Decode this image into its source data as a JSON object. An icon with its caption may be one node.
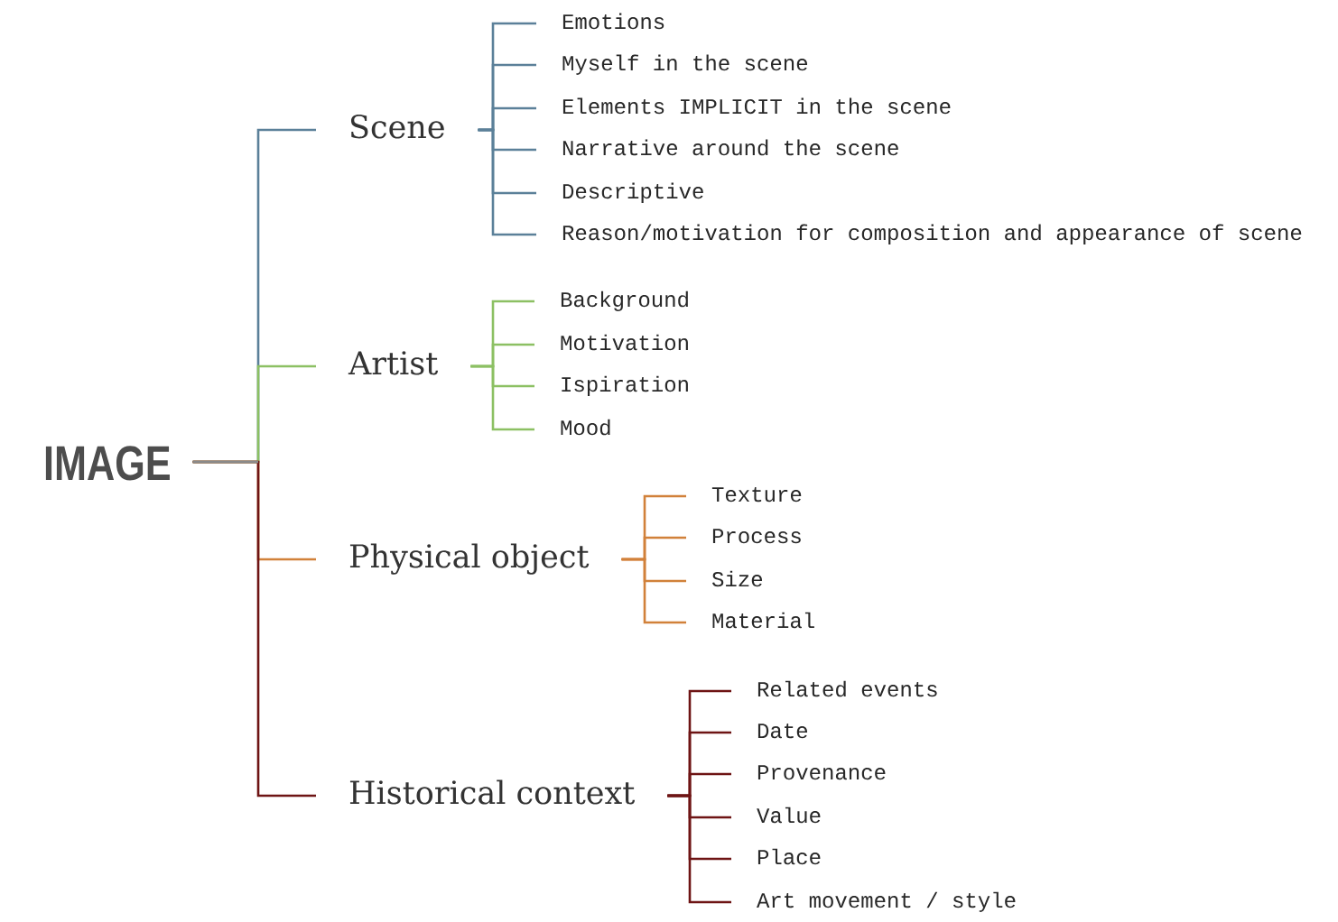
{
  "diagram": {
    "nodes": [
      {
        "text": [
          "IMAGE"
        ]
      },
      {
        "text": [
          "Scene"
        ]
      },
      {
        "text": [
          "Emotions"
        ]
      },
      {
        "text": [
          "Myself in the scene"
        ]
      },
      {
        "text": [
          "Elements IMPLICIT in the scene"
        ]
      },
      {
        "text": [
          "Narrative around the scene"
        ]
      },
      {
        "text": [
          "Descriptive"
        ]
      },
      {
        "text": [
          "Reason/motivation for composition and appearance of scene"
        ]
      },
      {
        "text": [
          "Artist"
        ]
      },
      {
        "text": [
          "Background"
        ]
      },
      {
        "text": [
          "Motivation"
        ]
      },
      {
        "text": [
          "Ispiration"
        ]
      },
      {
        "text": [
          "Mood"
        ]
      },
      {
        "text": [
          "Physical object"
        ]
      },
      {
        "text": [
          "Texture"
        ]
      },
      {
        "text": [
          "Process"
        ]
      },
      {
        "text": [
          "Size"
        ]
      },
      {
        "text": [
          "Material"
        ]
      },
      {
        "text": [
          "Historical context"
        ]
      },
      {
        "text": [
          "Related events"
        ]
      },
      {
        "text": [
          "Date"
        ]
      },
      {
        "text": [
          "Provenance"
        ]
      },
      {
        "text": [
          "Value"
        ]
      },
      {
        "text": [
          "Place"
        ]
      },
      {
        "text": [
          "Art movement / style"
        ]
      }
    ],
    "edges": [
      {
        "from": 0,
        "to": 1,
        "arrow": "none",
        "color": "#5b8099"
      },
      {
        "from": 0,
        "to": 8,
        "arrow": "none",
        "color": "#8cc063"
      },
      {
        "from": 0,
        "to": 13,
        "arrow": "none",
        "color": "#d1813a"
      },
      {
        "from": 0,
        "to": 18,
        "arrow": "none",
        "color": "#6e1414"
      },
      {
        "from": 1,
        "to": 2,
        "arrow": "none",
        "color": "#5b8099"
      },
      {
        "from": 1,
        "to": 3,
        "arrow": "none",
        "color": "#5b8099"
      },
      {
        "from": 1,
        "to": 4,
        "arrow": "none",
        "color": "#5b8099"
      },
      {
        "from": 1,
        "to": 5,
        "arrow": "none",
        "color": "#5b8099"
      },
      {
        "from": 1,
        "to": 6,
        "arrow": "none",
        "color": "#5b8099"
      },
      {
        "from": 1,
        "to": 7,
        "arrow": "none",
        "color": "#5b8099"
      },
      {
        "from": 8,
        "to": 9,
        "arrow": "none",
        "color": "#8cc063"
      },
      {
        "from": 8,
        "to": 10,
        "arrow": "none",
        "color": "#8cc063"
      },
      {
        "from": 8,
        "to": 11,
        "arrow": "none",
        "color": "#8cc063"
      },
      {
        "from": 8,
        "to": 12,
        "arrow": "none",
        "color": "#8cc063"
      },
      {
        "from": 13,
        "to": 14,
        "arrow": "none",
        "color": "#d1813a"
      },
      {
        "from": 13,
        "to": 15,
        "arrow": "none",
        "color": "#d1813a"
      },
      {
        "from": 13,
        "to": 16,
        "arrow": "none",
        "color": "#d1813a"
      },
      {
        "from": 13,
        "to": 17,
        "arrow": "none",
        "color": "#d1813a"
      },
      {
        "from": 18,
        "to": 19,
        "arrow": "none",
        "color": "#6e1414"
      },
      {
        "from": 18,
        "to": 20,
        "arrow": "none",
        "color": "#6e1414"
      },
      {
        "from": 18,
        "to": 21,
        "arrow": "none",
        "color": "#6e1414"
      },
      {
        "from": 18,
        "to": 22,
        "arrow": "none",
        "color": "#6e1414"
      },
      {
        "from": 18,
        "to": 23,
        "arrow": "none",
        "color": "#6e1414"
      },
      {
        "from": 18,
        "to": 24,
        "arrow": "none",
        "color": "#6e1414"
      }
    ]
  }
}
